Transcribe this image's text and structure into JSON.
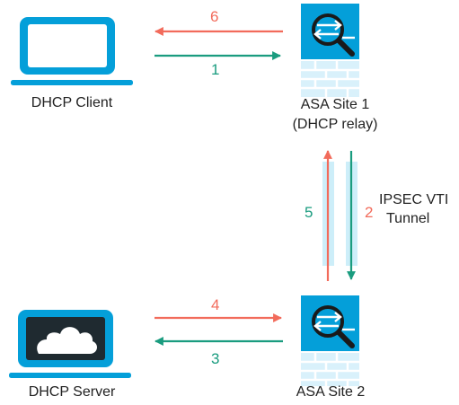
{
  "nodes": {
    "dhcp_client": {
      "label": "DHCP Client"
    },
    "asa_site1": {
      "label_line1": "ASA Site 1",
      "label_line2": "(DHCP relay)"
    },
    "asa_site2": {
      "label": "ASA Site 2"
    },
    "dhcp_server": {
      "label": "DHCP Server"
    }
  },
  "tunnel": {
    "label_line1": "IPSEC VTI",
    "label_line2": "Tunnel"
  },
  "steps": [
    {
      "num": "1",
      "from": "DHCP Client",
      "to": "ASA Site 1"
    },
    {
      "num": "2",
      "from": "ASA Site 1",
      "to": "ASA Site 2"
    },
    {
      "num": "3",
      "from": "ASA Site 2",
      "to": "DHCP Server"
    },
    {
      "num": "4",
      "from": "DHCP Server",
      "to": "ASA Site 2"
    },
    {
      "num": "5",
      "from": "ASA Site 2",
      "to": "ASA Site 1"
    },
    {
      "num": "6",
      "from": "ASA Site 1",
      "to": "DHCP Client"
    }
  ],
  "colors": {
    "device_blue": "#049fd9",
    "request_green": "#1a9c7f",
    "reply_red": "#f26b5b",
    "tunnel_fill": "#cdeef9",
    "wall_light": "#d9f1fb"
  },
  "icons": [
    "laptop-icon",
    "asa-firewall-icon",
    "laptop-cloud-icon"
  ]
}
